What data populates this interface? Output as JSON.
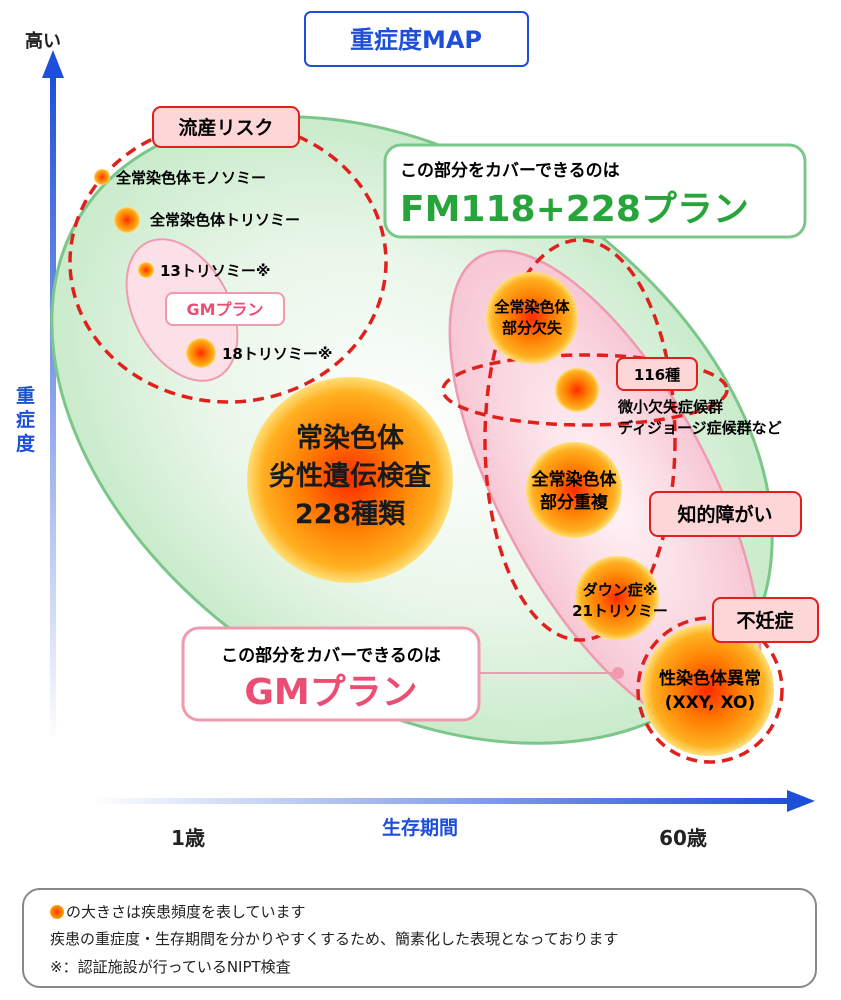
{
  "title": "重症度MAP",
  "axes": {
    "y_high": "高い",
    "y_label": "重症度",
    "x_label": "生存期間",
    "x_left": "1歳",
    "x_right": "60歳"
  },
  "callouts": {
    "fm_line1": "この部分をカバーできるのは",
    "fm_line2": "FM118+228プラン",
    "gm_line1": "この部分をカバーできるのは",
    "gm_line2": "GMプラン"
  },
  "categories": {
    "miscarriage": "流産リスク",
    "intellectual": "知的障がい",
    "infertility": "不妊症",
    "gm_plan": "GMプラン",
    "type116": "116種"
  },
  "items": {
    "monosomy": "全常染色体モノソミー",
    "trisomy": "全常染色体トリソミー",
    "tri13": "13トリソミー※",
    "tri18": "18トリソミー※",
    "recessive_1": "常染色体",
    "recessive_2": "劣性遺伝検査",
    "recessive_3": "228種類",
    "deletion_1": "全常染色体",
    "deletion_2": "部分欠失",
    "micro_1": "微小欠失症候群",
    "micro_2": "ディジョージ症候群など",
    "dup_1": "全常染色体",
    "dup_2": "部分重複",
    "down_1": "ダウン症※",
    "down_2": "21トリソミー",
    "sex_1": "性染色体異常",
    "sex_2": "(XXY, XO)"
  },
  "notes": {
    "line1": "の大きさは疾患頻度を表しています",
    "line2": "疾患の重症度・生存期間を分かりやすくするため、簡素化した表現となっております",
    "line3": "※：認証施設が行っているNIPT検査"
  },
  "colors": {
    "blue": "#1d4fd8",
    "green_border": "#7cc68a",
    "green_fill": "#e3f4e3",
    "pink_fill": "#fbe3ea",
    "pink_border": "#f09aaf",
    "red_dash": "#e0201c",
    "red_tag_fill": "#fdd6d8",
    "fm_green": "#27a53a",
    "gm_pink": "#ea4e73"
  }
}
